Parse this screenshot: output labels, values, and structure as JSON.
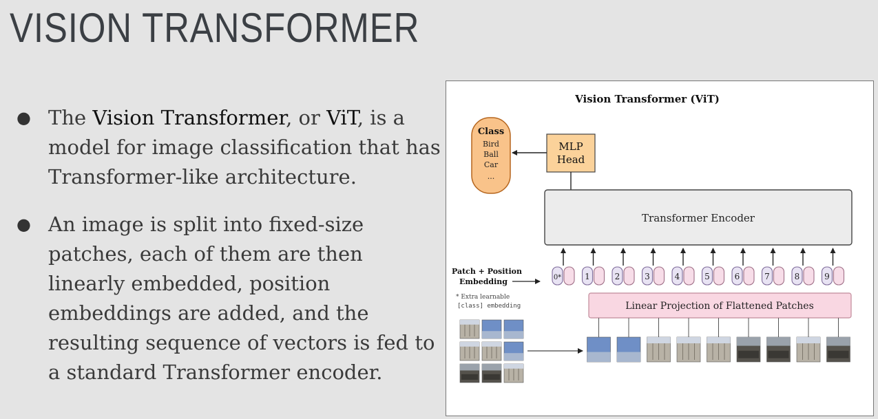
{
  "slide": {
    "title": "VISION TRANSFORMER",
    "bullets": [
      {
        "parts": [
          {
            "text": "The ",
            "bold": false
          },
          {
            "text": "Vision Transformer",
            "bold": true
          },
          {
            "text": ", or ",
            "bold": false
          },
          {
            "text": "ViT",
            "bold": true
          },
          {
            "text": ", is a model for image classification that has Transformer-like architecture.",
            "bold": false
          }
        ]
      },
      {
        "parts": [
          {
            "text": "An image is split into fixed-size patches, each of them are then linearly embedded, position embeddings are added, and the resulting sequence of vectors is fed to a standard Transformer encoder.",
            "bold": false
          }
        ]
      }
    ]
  },
  "figure": {
    "title": "Vision Transformer (ViT)",
    "class_box": {
      "header": "Class",
      "items": [
        "Bird",
        "Ball",
        "Car",
        "..."
      ]
    },
    "mlp_head": [
      "MLP",
      "Head"
    ],
    "encoder_label": "Transformer Encoder",
    "patch_position_label": [
      "Patch + Position",
      "Embedding"
    ],
    "extra_note": [
      "* Extra learnable",
      "[class] embedding"
    ],
    "projection_label": "Linear Projection of Flattened Patches",
    "position_indices": [
      "0*",
      "1",
      "2",
      "3",
      "4",
      "5",
      "6",
      "7",
      "8",
      "9"
    ],
    "colors": {
      "class_fill": "#f9c38a",
      "class_stroke": "#b5651d",
      "mlp_fill": "#fbd29a",
      "encoder_fill": "#ececec",
      "projection_fill": "#f9d7e2",
      "projection_stroke": "#c08a9a",
      "pos_fill": "#e8e3f3",
      "pos_stroke": "#7e6a9a",
      "token_fill": "#f7dde8",
      "token_stroke": "#a07088",
      "patch_sky": "#6f8fc6",
      "patch_stone": "#b8b2a6",
      "patch_dark": "#55524c"
    }
  }
}
